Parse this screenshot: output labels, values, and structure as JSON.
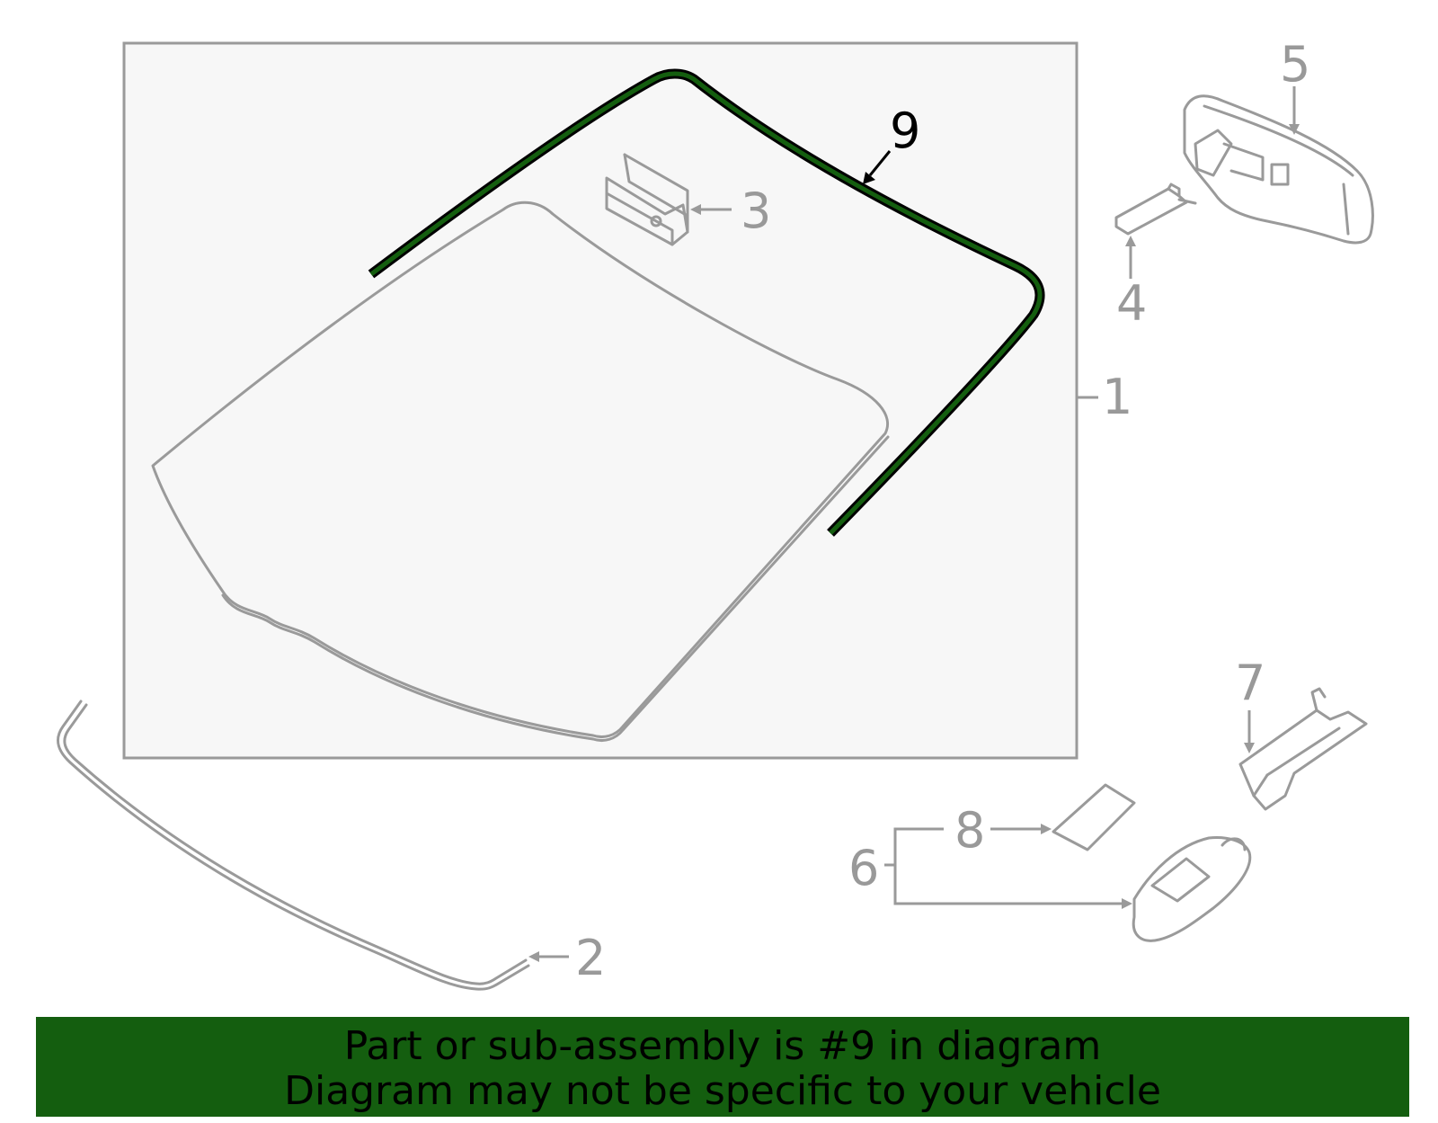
{
  "diagram": {
    "highlighted_part": "9",
    "callouts": [
      "1",
      "2",
      "3",
      "4",
      "5",
      "6",
      "7",
      "8",
      "9"
    ],
    "colors": {
      "part_outline": "#9a9a9a",
      "highlight_fill": "#145e0f",
      "highlight_outline": "#000000",
      "box_fill": "#f7f7f7",
      "banner_background": "#145e0f"
    }
  },
  "banner": {
    "line1": "Part or sub-assembly is #9 in diagram",
    "line2": "Diagram may not be specific to your vehicle"
  }
}
